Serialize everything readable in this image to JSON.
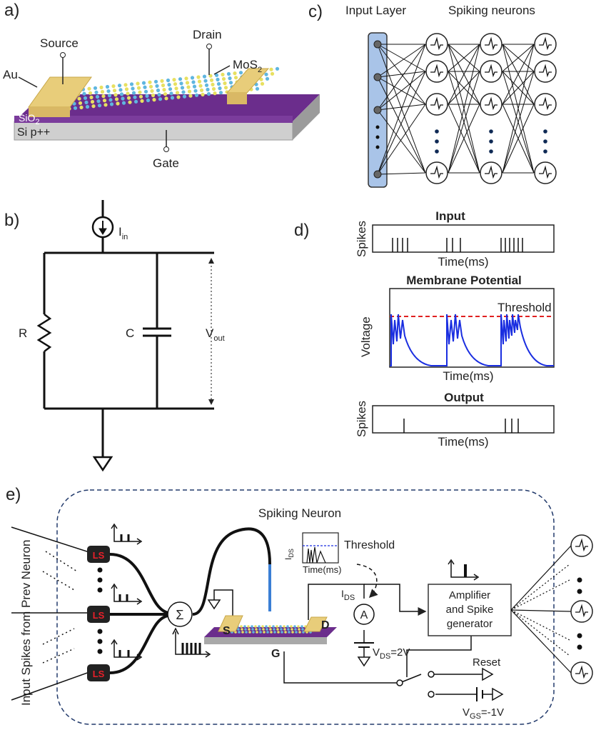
{
  "panels": {
    "a": "a)",
    "b": "b)",
    "c": "c)",
    "d": "d)",
    "e": "e)"
  },
  "device": {
    "source": "Source",
    "drain": "Drain",
    "gate": "Gate",
    "au": "Au",
    "mos2": "MoS",
    "mos2_sub": "2",
    "sio2": "SiO",
    "sio2_sub": "2",
    "si": "Si p++"
  },
  "circuit": {
    "iin": "I",
    "iin_sub": "in",
    "r": "R",
    "c": "C",
    "vout": "V",
    "vout_sub": "out"
  },
  "network": {
    "input_layer": "Input Layer",
    "spiking_neurons": "Spiking neurons"
  },
  "plots": {
    "input_title": "Input",
    "membrane_title": "Membrane Potential",
    "output_title": "Output",
    "spikes": "Spikes",
    "voltage": "Voltage",
    "time": "Time(ms)",
    "threshold": "Threshold"
  },
  "neuron": {
    "title": "Spiking Neuron",
    "input_label": "Input Spikes from Prev Neuron",
    "ls": "LS",
    "sum": "Σ",
    "s": "S",
    "d": "D",
    "g": "G",
    "ids": "I",
    "ids_sub": "DS",
    "threshold": "Threshold",
    "time": "Time(ms)",
    "ammeter": "A",
    "amp1": "Amplifier",
    "amp2": "and Spike",
    "amp3": "generator",
    "reset": "Reset",
    "vds": "V",
    "vds_sub": "DS",
    "vds_val": "=2V",
    "vgs": "V",
    "vgs_sub": "GS",
    "vgs_val": "=-1V"
  },
  "colors": {
    "purple": "#6b2d8c",
    "gold": "#e8cd7a",
    "blue_spike": "#1a2ee0",
    "threshold_red": "#e02020",
    "input_layer": "#a9c4e8",
    "ls_red": "#e8202a"
  }
}
